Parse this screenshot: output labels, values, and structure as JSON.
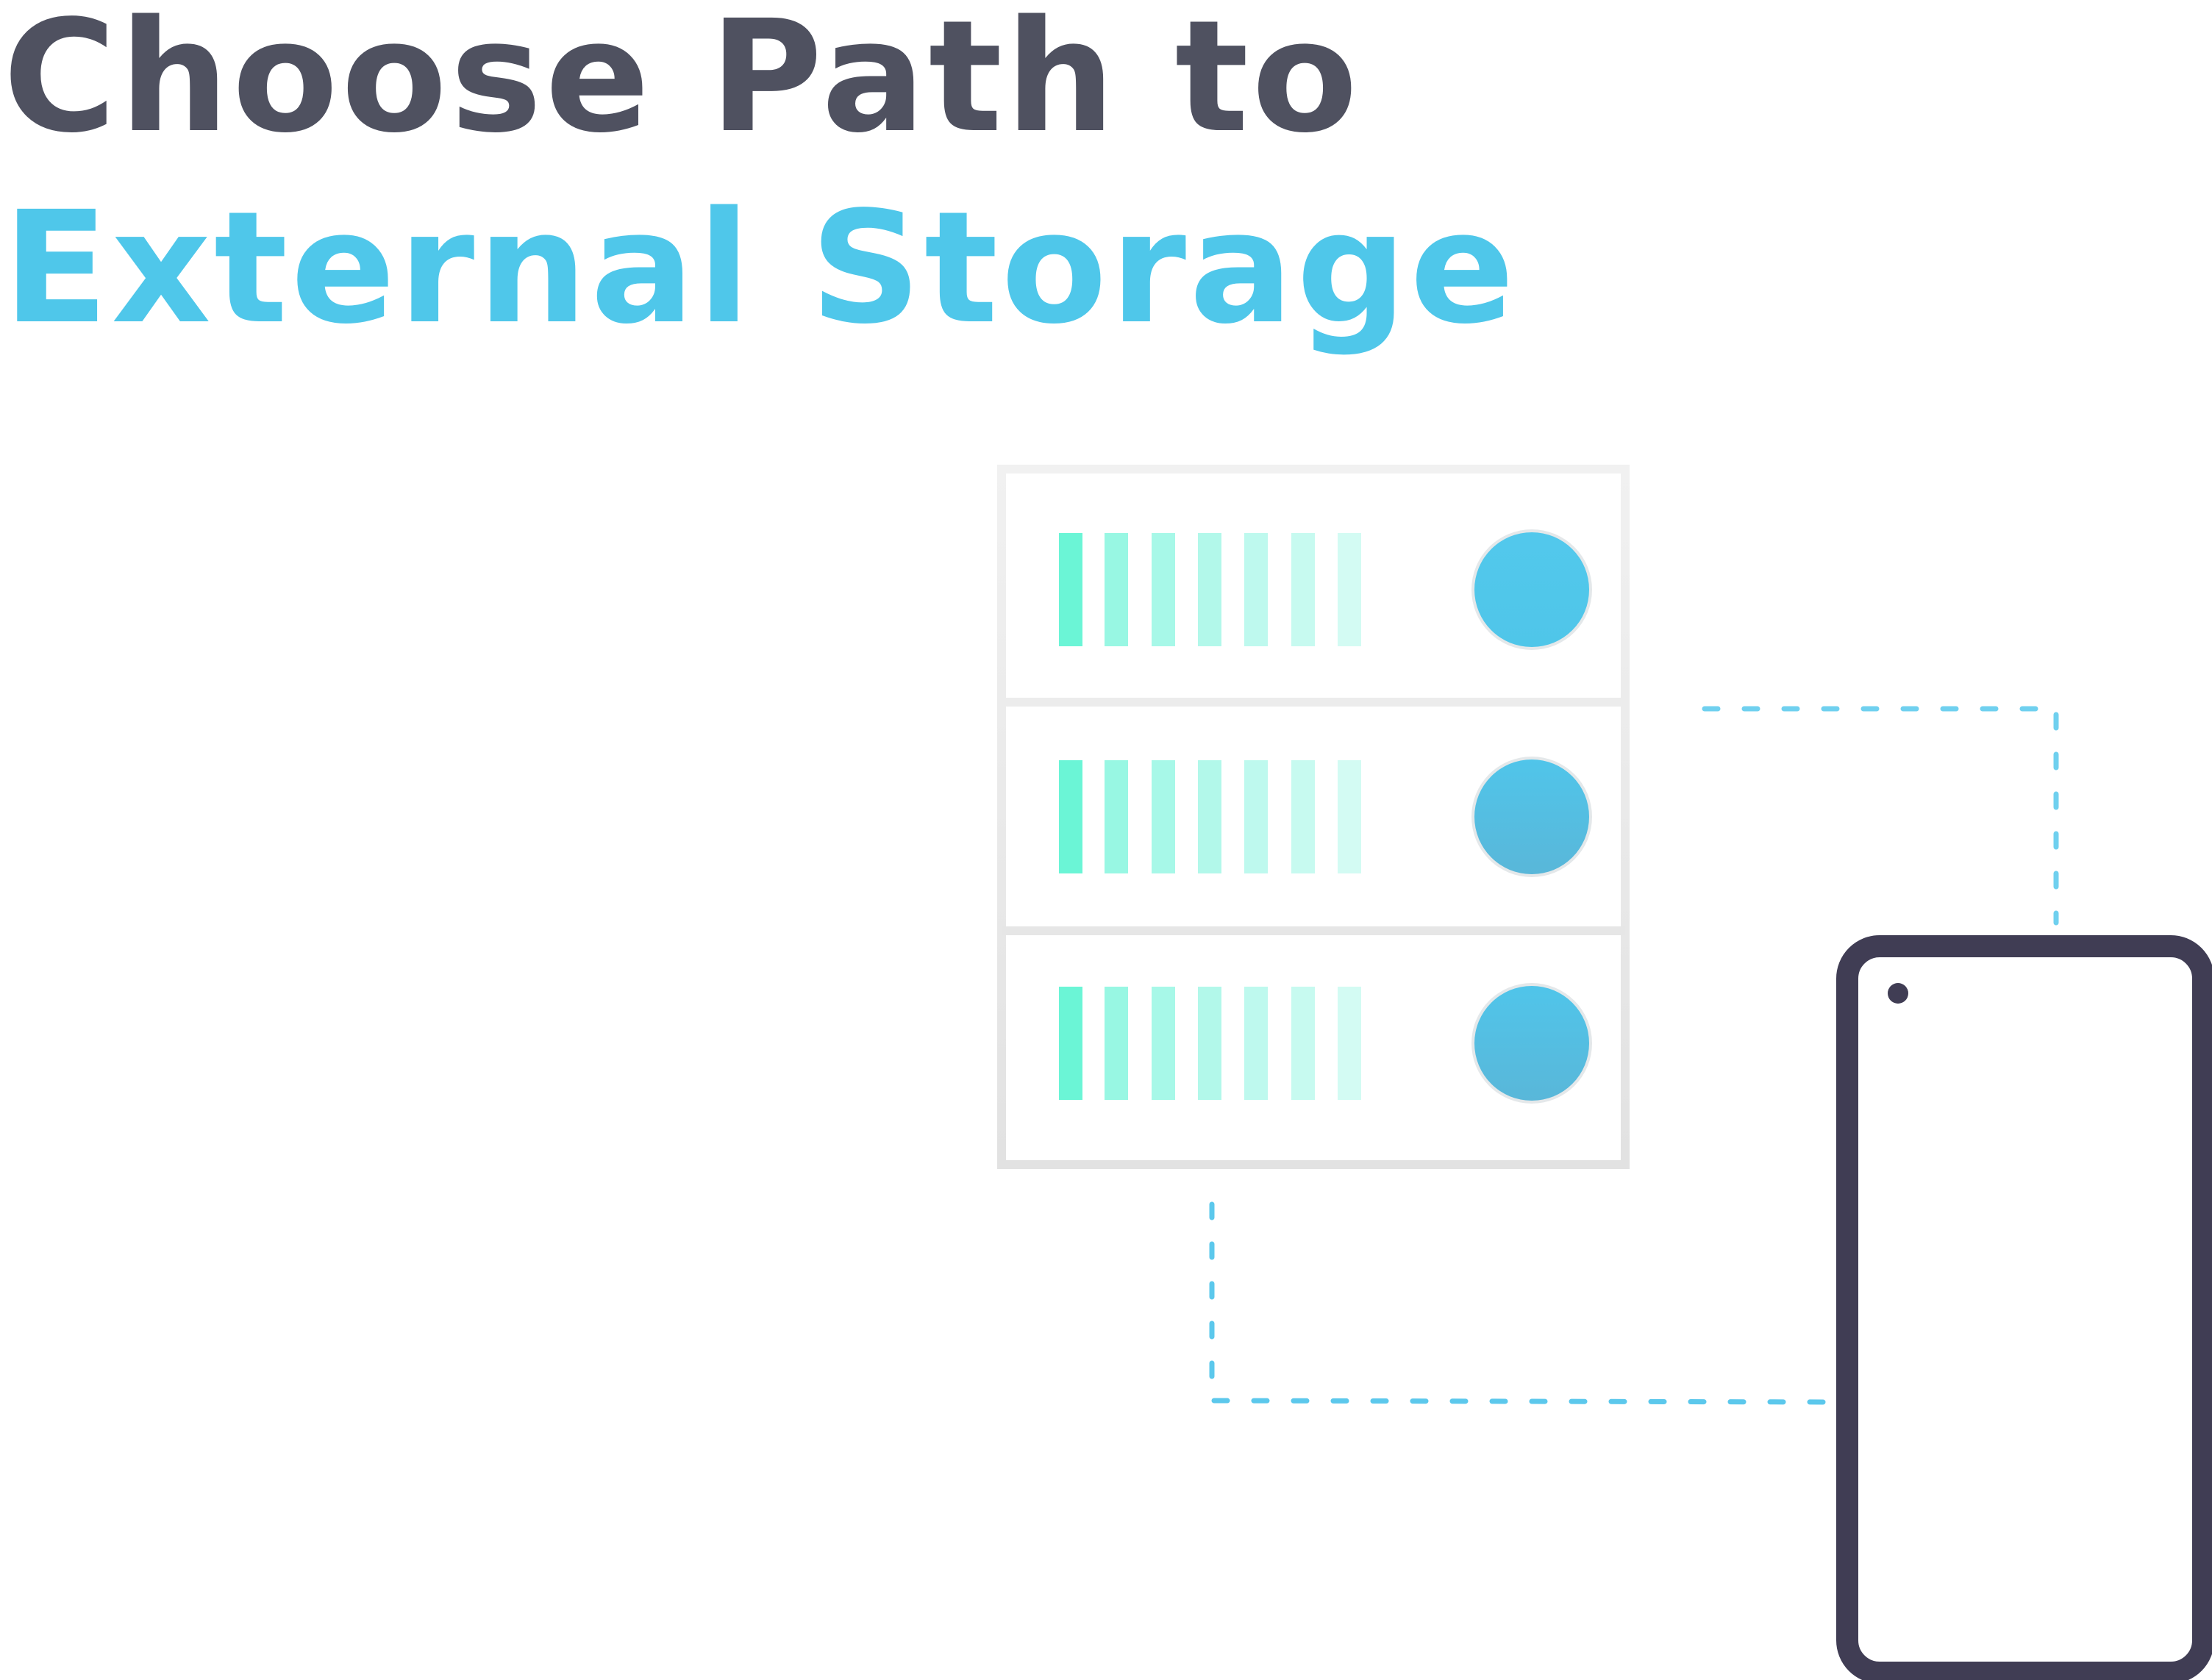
{
  "title": {
    "line1": "Choose Path to",
    "line2": "External Storage"
  },
  "colors": {
    "title_dark": "#4f5160",
    "title_accent": "#4fc7ea",
    "server_frame": "#eeeeee",
    "server_led": "#52c5e8",
    "connector": "#6fd0ef",
    "phone_outline": "#403d54",
    "bar_gradient": [
      "#6bf5d6",
      "#98f7e3",
      "#a7f8e8",
      "#b2f8ea",
      "#bef9ee",
      "#c7faf0",
      "#d3fbf3"
    ]
  },
  "icons": {
    "server": "server-rack-icon",
    "phone": "smartphone-icon",
    "connector": "dashed-connector"
  },
  "server": {
    "unit_count": 3,
    "bars_per_unit": 7
  }
}
